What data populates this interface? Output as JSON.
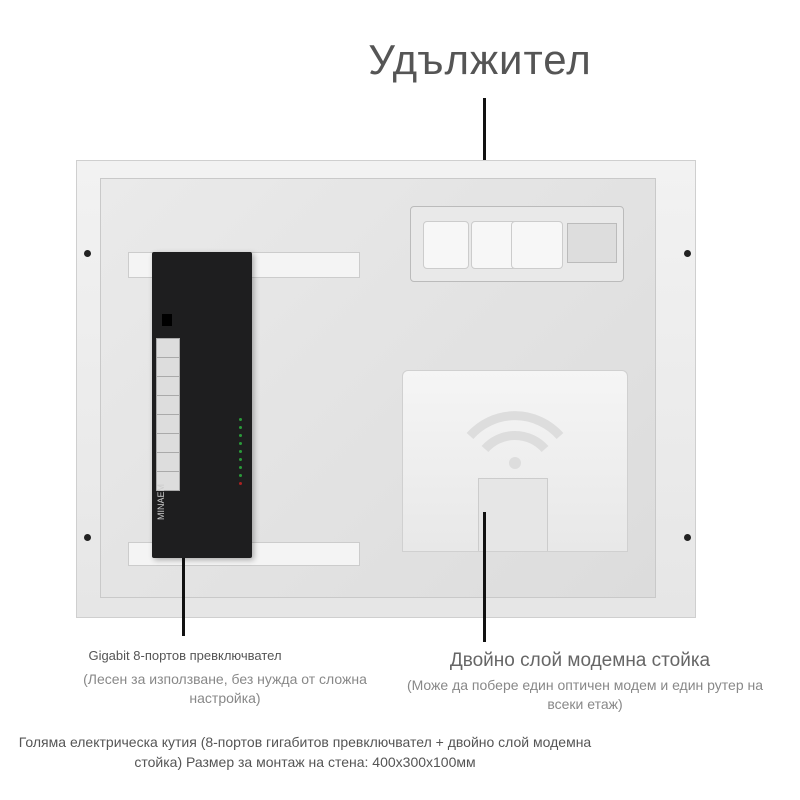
{
  "title": "Удължител",
  "switch": {
    "title": "Gigabit 8-портов превключвател",
    "description": "(Лесен за използване, без нужда от сложна настройка)",
    "brand": "MINAEM"
  },
  "modem_rack": {
    "title": "Двойно слой модемна стойка",
    "description": "(Може да побере един оптичен модем и един рутер на всеки етаж)"
  },
  "footer": "Голяма електрическа кутия (8-портов гигабитов превключвател + двойно слой модемна стойка) Размер за монтаж на стена: 400x300x100мм",
  "colors": {
    "switch_body": "#1e1e1f",
    "led": "#2a9a3a",
    "text": "#555555"
  }
}
